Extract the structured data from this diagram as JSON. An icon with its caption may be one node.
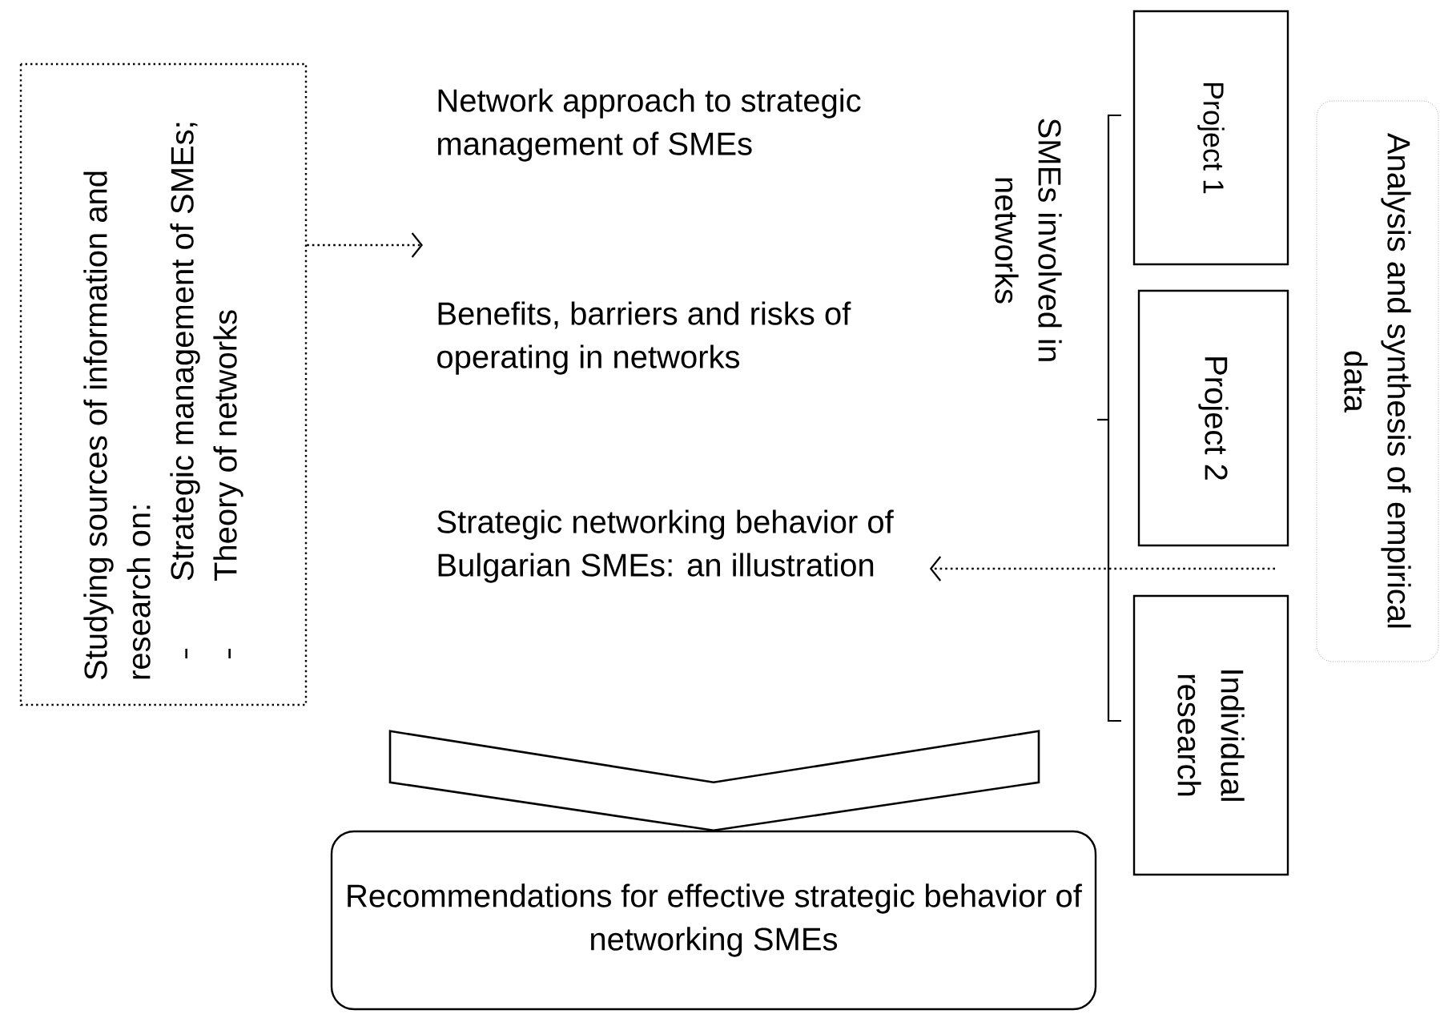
{
  "diagram": {
    "nodes": [
      {
        "text": [
          "Studying sources of information and research on:",
          "Strategic management of SMEs;",
          "Theory of networks"
        ]
      },
      {
        "text": [
          "Network approach to strategic management of SMEs"
        ]
      },
      {
        "text": [
          "Strategic networking behavior of Bulgarian SMEs: an illustration"
        ]
      },
      {
        "text": [
          "Project 1"
        ]
      },
      {
        "text": [
          "Project 2"
        ]
      },
      {
        "text": [
          "Individual research"
        ]
      },
      {
        "text": [
          "Analysis and synthesis of empirical data"
        ]
      },
      {
        "text": [
          "Recommendations for effective strategic behavior of networking SMEs"
        ]
      }
    ],
    "edges": [
      {
        "from": 0,
        "to": 1,
        "arrow": "to",
        "style": "dashed"
      },
      {
        "from": null,
        "to": 2,
        "arrow": "to",
        "style": "dashed"
      },
      {
        "from": null,
        "to": 7,
        "arrow": "to"
      }
    ],
    "labels": [
      "Benefits, barriers and risks of operating in networks",
      "SMEs involved in networks"
    ]
  }
}
